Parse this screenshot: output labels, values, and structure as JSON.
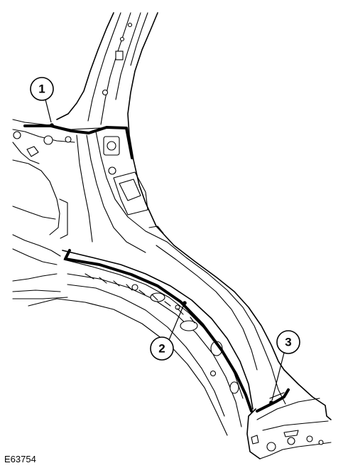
{
  "figure": {
    "id": "E63754",
    "callouts": [
      {
        "label": "1"
      },
      {
        "label": "2"
      },
      {
        "label": "3"
      }
    ]
  }
}
